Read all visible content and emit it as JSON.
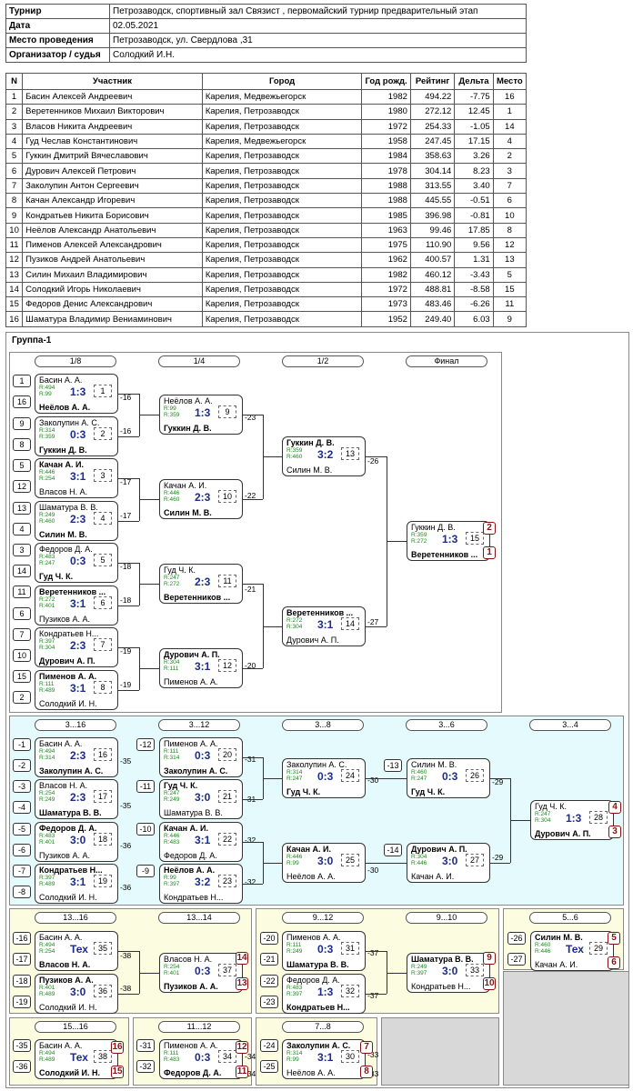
{
  "info": [
    {
      "key": "Турнир",
      "value": "Петрозаводск, спортивный зал Связист , первомайский турнир предварительный этап"
    },
    {
      "key": "Дата",
      "value": "02.05.2021"
    },
    {
      "key": "Место проведения",
      "value": "Петрозаводск, ул. Свердлова ,31"
    },
    {
      "key": "Организатор / судья",
      "value": "Солодкий И.Н."
    }
  ],
  "columns": [
    "N",
    "Участник",
    "Город",
    "Год рожд.",
    "Рейтинг",
    "Дельта",
    "Место"
  ],
  "rows": [
    [
      "1",
      "Басин Алексей Андреевич",
      "Карелия, Медвежьегорск",
      "1982",
      "494.22",
      "-7.75",
      "16"
    ],
    [
      "2",
      "Веретенников Михаил Викторович",
      "Карелия, Петрозаводск",
      "1980",
      "272.12",
      "12.45",
      "1"
    ],
    [
      "3",
      "Власов Никита Андреевич",
      "Карелия, Петрозаводск",
      "1972",
      "254.33",
      "-1.05",
      "14"
    ],
    [
      "4",
      "Гуд Чеслав Константинович",
      "Карелия, Медвежьегорск",
      "1958",
      "247.45",
      "17.15",
      "4"
    ],
    [
      "5",
      "Гуккин Дмитрий Вячеславович",
      "Карелия, Петрозаводск",
      "1984",
      "358.63",
      "3.26",
      "2"
    ],
    [
      "6",
      "Дурович Алексей Петрович",
      "Карелия, Петрозаводск",
      "1978",
      "304.14",
      "8.23",
      "3"
    ],
    [
      "7",
      "Заколупин Антон Сергеевич",
      "Карелия, Петрозаводск",
      "1988",
      "313.55",
      "3.40",
      "7"
    ],
    [
      "8",
      "Качан Александр Игоревич",
      "Карелия, Петрозаводск",
      "1988",
      "445.55",
      "-0.51",
      "6"
    ],
    [
      "9",
      "Кондратьев Никита Борисович",
      "Карелия, Петрозаводск",
      "1985",
      "396.98",
      "-0.81",
      "10"
    ],
    [
      "10",
      "Неёлов Александр Анатольевич",
      "Карелия, Петрозаводск",
      "1963",
      "99.46",
      "17.85",
      "8"
    ],
    [
      "11",
      "Пименов Алексей Александрович",
      "Карелия, Петрозаводск",
      "1975",
      "110.90",
      "9.56",
      "12"
    ],
    [
      "12",
      "Пузиков Андрей Анатольевич",
      "Карелия, Петрозаводск",
      "1962",
      "400.57",
      "1.31",
      "13"
    ],
    [
      "13",
      "Силин Михаил Владимирович",
      "Карелия, Петрозаводск",
      "1982",
      "460.12",
      "-3.43",
      "5"
    ],
    [
      "14",
      "Солодкий Игорь Николаевич",
      "Карелия, Петрозаводск",
      "1972",
      "488.81",
      "-8.58",
      "15"
    ],
    [
      "15",
      "Федоров Денис Александрович",
      "Карелия, Петрозаводск",
      "1973",
      "483.46",
      "-6.26",
      "11"
    ],
    [
      "16",
      "Шаматура Владимир Вениаминович",
      "Карелия, Петрозаводск",
      "1952",
      "249.40",
      "6.03",
      "9"
    ]
  ],
  "group_title": "Группа-1",
  "round_headers": [
    "1/8",
    "1/4",
    "1/2",
    "Финал",
    "3...16",
    "3...12",
    "3...8",
    "3...6",
    "3...4",
    "13...16",
    "13...14",
    "9...12",
    "9...10",
    "5...6",
    "15...16",
    "11...12",
    "7...8"
  ],
  "seeds": [
    "1",
    "16",
    "9",
    "8",
    "5",
    "12",
    "13",
    "4",
    "3",
    "14",
    "11",
    "6",
    "7",
    "10",
    "15",
    "2",
    "-1",
    "-2",
    "-3",
    "-4",
    "-5",
    "-6",
    "-7",
    "-8",
    "-12",
    "-11",
    "-10",
    "-9",
    "-13",
    "-14",
    "-16",
    "-17",
    "-18",
    "-19",
    "-20",
    "-21",
    "-22",
    "-23",
    "-26",
    "-27",
    "-35",
    "-36",
    "-31",
    "-32",
    "-24",
    "-25"
  ],
  "matches": [
    {
      "p1": "Басин А. А.",
      "r1": "R:494",
      "p2": "Неёлов А. А.",
      "r2": "R:99",
      "score": "1:3",
      "no": "1",
      "win": 2
    },
    {
      "p1": "Заколупин А. С.",
      "r1": "R:314",
      "p2": "Гуккин Д. В.",
      "r2": "R:359",
      "score": "0:3",
      "no": "2",
      "win": 2
    },
    {
      "p1": "Качан А. И.",
      "r1": "R:446",
      "p2": "Власов Н. А.",
      "r2": "R:254",
      "score": "3:1",
      "no": "3",
      "win": 1
    },
    {
      "p1": "Шаматура В. В.",
      "r1": "R:249",
      "p2": "Силин М. В.",
      "r2": "R:460",
      "score": "2:3",
      "no": "4",
      "win": 2
    },
    {
      "p1": "Федоров Д. А.",
      "r1": "R:483",
      "p2": "Гуд Ч. К.",
      "r2": "R:247",
      "score": "0:3",
      "no": "5",
      "win": 2
    },
    {
      "p1": "Веретенников ...",
      "r1": "R:272",
      "p2": "Пузиков А. А.",
      "r2": "R:401",
      "score": "3:1",
      "no": "6",
      "win": 1
    },
    {
      "p1": "Кондратьев Н...",
      "r1": "R:397",
      "p2": "Дурович А. П.",
      "r2": "R:304",
      "score": "2:3",
      "no": "7",
      "win": 2
    },
    {
      "p1": "Пименов А. А.",
      "r1": "R:111",
      "p2": "Солодкий И. Н.",
      "r2": "R:489",
      "score": "3:1",
      "no": "8",
      "win": 1
    },
    {
      "p1": "Неёлов А. А.",
      "r1": "R:99",
      "p2": "Гуккин Д. В.",
      "r2": "R:359",
      "score": "1:3",
      "no": "9",
      "win": 2
    },
    {
      "p1": "Качан А. И.",
      "r1": "R:446",
      "p2": "Силин М. В.",
      "r2": "R:460",
      "score": "2:3",
      "no": "10",
      "win": 2
    },
    {
      "p1": "Гуд Ч. К.",
      "r1": "R:247",
      "p2": "Веретенников ...",
      "r2": "R:272",
      "score": "2:3",
      "no": "11",
      "win": 2
    },
    {
      "p1": "Дурович А. П.",
      "r1": "R:304",
      "p2": "Пименов А. А.",
      "r2": "R:111",
      "score": "3:1",
      "no": "12",
      "win": 1
    },
    {
      "p1": "Гуккин Д. В.",
      "r1": "R:359",
      "p2": "Силин М. В.",
      "r2": "R:460",
      "score": "3:2",
      "no": "13",
      "win": 1
    },
    {
      "p1": "Веретенников ...",
      "r1": "R:272",
      "p2": "Дурович А. П.",
      "r2": "R:304",
      "score": "3:1",
      "no": "14",
      "win": 1
    },
    {
      "p1": "Гуккин Д. В.",
      "r1": "R:359",
      "p2": "Веретенников ...",
      "r2": "R:272",
      "score": "1:3",
      "no": "15",
      "win": 2
    },
    {
      "p1": "Басин А. А.",
      "r1": "R:494",
      "p2": "Заколупин А. С.",
      "r2": "R:314",
      "score": "2:3",
      "no": "16",
      "win": 2
    },
    {
      "p1": "Власов Н. А.",
      "r1": "R:254",
      "p2": "Шаматура В. В.",
      "r2": "R:249",
      "score": "2:3",
      "no": "17",
      "win": 2
    },
    {
      "p1": "Федоров Д. А.",
      "r1": "R:483",
      "p2": "Пузиков А. А.",
      "r2": "R:401",
      "score": "3:0",
      "no": "18",
      "win": 1
    },
    {
      "p1": "Кондратьев Н...",
      "r1": "R:397",
      "p2": "Солодкий И. Н.",
      "r2": "R:489",
      "score": "3:1",
      "no": "19",
      "win": 1
    },
    {
      "p1": "Пименов А. А.",
      "r1": "R:111",
      "p2": "Заколупин А. С.",
      "r2": "R:314",
      "score": "0:3",
      "no": "20",
      "win": 2
    },
    {
      "p1": "Гуд Ч. К.",
      "r1": "R:247",
      "p2": "Шаматура В. В.",
      "r2": "R:249",
      "score": "3:0",
      "no": "21",
      "win": 1
    },
    {
      "p1": "Качан А. И.",
      "r1": "R:446",
      "p2": "Федоров Д. А.",
      "r2": "R:483",
      "score": "3:1",
      "no": "22",
      "win": 1
    },
    {
      "p1": "Неёлов А. А.",
      "r1": "R:99",
      "p2": "Кондратьев Н...",
      "r2": "R:397",
      "score": "3:2",
      "no": "23",
      "win": 1
    },
    {
      "p1": "Заколупин А. С.",
      "r1": "R:314",
      "p2": "Гуд Ч. К.",
      "r2": "R:247",
      "score": "0:3",
      "no": "24",
      "win": 2
    },
    {
      "p1": "Качан А. И.",
      "r1": "R:446",
      "p2": "Неёлов А. А.",
      "r2": "R:99",
      "score": "3:0",
      "no": "25",
      "win": 1
    },
    {
      "p1": "Силин М. В.",
      "r1": "R:460",
      "p2": "Гуд Ч. К.",
      "r2": "R:247",
      "score": "0:3",
      "no": "26",
      "win": 2
    },
    {
      "p1": "Дурович А. П.",
      "r1": "R:304",
      "p2": "Качан А. И.",
      "r2": "R:446",
      "score": "3:0",
      "no": "27",
      "win": 1
    },
    {
      "p1": "Гуд Ч. К.",
      "r1": "R:247",
      "p2": "Дурович А. П.",
      "r2": "R:304",
      "score": "1:3",
      "no": "28",
      "win": 2
    },
    {
      "p1": "Силин М. В.",
      "r1": "R:460",
      "p2": "Качан А. И.",
      "r2": "R:446",
      "score": "Тех",
      "no": "29",
      "win": 1
    },
    {
      "p1": "Пименов А. А.",
      "r1": "R:111",
      "p2": "Шаматура В. В.",
      "r2": "R:249",
      "score": "0:3",
      "no": "31",
      "win": 2
    },
    {
      "p1": "Федоров Д. А.",
      "r1": "R:483",
      "p2": "Кондратьев Н...",
      "r2": "R:397",
      "score": "1:3",
      "no": "32",
      "win": 2
    },
    {
      "p1": "Шаматура В. В.",
      "r1": "R:249",
      "p2": "Кондратьев Н...",
      "r2": "R:397",
      "score": "3:0",
      "no": "33",
      "win": 1
    },
    {
      "p1": "Пименов А. А.",
      "r1": "R:111",
      "p2": "Федоров Д. А.",
      "r2": "R:483",
      "score": "0:3",
      "no": "34",
      "win": 2
    },
    {
      "p1": "Басин А. А.",
      "r1": "R:494",
      "p2": "Власов Н. А.",
      "r2": "R:254",
      "score": "Тех",
      "no": "35",
      "win": 2
    },
    {
      "p1": "Пузиков А. А.",
      "r1": "R:401",
      "p2": "Солодкий И. Н.",
      "r2": "R:489",
      "score": "3:0",
      "no": "36",
      "win": 1
    },
    {
      "p1": "Власов Н. А.",
      "r1": "R:254",
      "p2": "Пузиков А. А.",
      "r2": "R:401",
      "score": "0:3",
      "no": "37",
      "win": 2
    },
    {
      "p1": "Басин А. А.",
      "r1": "R:494",
      "p2": "Солодкий И. Н.",
      "r2": "R:489",
      "score": "Тех",
      "no": "38",
      "win": 2
    },
    {
      "p1": "Заколупин А. С.",
      "r1": "R:314",
      "p2": "Неёлов А. А.",
      "r2": "R:99",
      "score": "3:1",
      "no": "30",
      "win": 1
    }
  ],
  "loser_labels": [
    "-16",
    "-16",
    "-17",
    "-17",
    "-18",
    "-18",
    "-19",
    "-19",
    "-23",
    "-22",
    "-21",
    "-20",
    "-26",
    "-27",
    "-35",
    "-35",
    "-36",
    "-36",
    "-31",
    "-31",
    "-32",
    "-32",
    "-30",
    "-30",
    "-29",
    "-29",
    "-38",
    "-38",
    "-37",
    "-37",
    "-34",
    "-34",
    "-33",
    "-33"
  ],
  "places": [
    "2",
    "1",
    "4",
    "3",
    "14",
    "13",
    "9",
    "10",
    "5",
    "6",
    "16",
    "15",
    "12",
    "11",
    "7",
    "8"
  ],
  "colors": {
    "rating": "#1a8a1a",
    "score": "#1b2c8a",
    "place": "#8a1010",
    "main_bg": "#ffffff",
    "consolation_bg": "#e4fafc",
    "lower_bg": "#fcfce0",
    "empty_bg": "#d8d8d8"
  }
}
